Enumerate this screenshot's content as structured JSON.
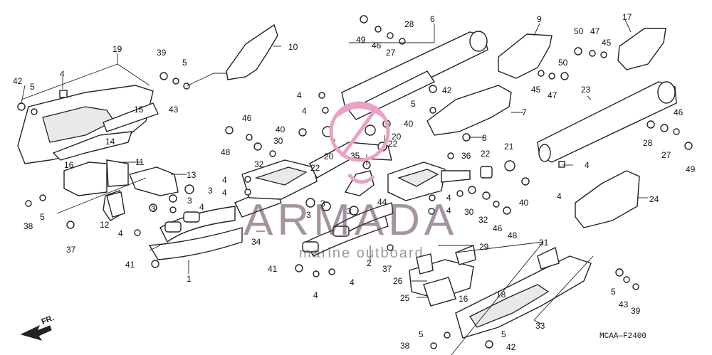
{
  "labels": [
    {
      "id": "42a",
      "text": "42"
    },
    {
      "id": "5a",
      "text": "5"
    },
    {
      "id": "4a",
      "text": "4"
    },
    {
      "id": "19",
      "text": "19"
    },
    {
      "id": "39a",
      "text": "39"
    },
    {
      "id": "5b",
      "text": "5"
    },
    {
      "id": "43a",
      "text": "43"
    },
    {
      "id": "10",
      "text": "10"
    },
    {
      "id": "15",
      "text": "15"
    },
    {
      "id": "14",
      "text": "14"
    },
    {
      "id": "16a",
      "text": "16"
    },
    {
      "id": "11",
      "text": "11"
    },
    {
      "id": "13",
      "text": "13"
    },
    {
      "id": "38a",
      "text": "38"
    },
    {
      "id": "5c",
      "text": "5"
    },
    {
      "id": "12",
      "text": "12"
    },
    {
      "id": "37a",
      "text": "37"
    },
    {
      "id": "41a",
      "text": "41"
    },
    {
      "id": "1",
      "text": "1"
    },
    {
      "id": "3a",
      "text": "3"
    },
    {
      "id": "3b",
      "text": "3"
    },
    {
      "id": "3c",
      "text": "3"
    },
    {
      "id": "4b",
      "text": "4"
    },
    {
      "id": "4c",
      "text": "4"
    },
    {
      "id": "4d",
      "text": "4"
    },
    {
      "id": "4e",
      "text": "4"
    },
    {
      "id": "48a",
      "text": "48"
    },
    {
      "id": "46a",
      "text": "46"
    },
    {
      "id": "40a",
      "text": "40"
    },
    {
      "id": "30a",
      "text": "30"
    },
    {
      "id": "32a",
      "text": "32"
    },
    {
      "id": "20a",
      "text": "20"
    },
    {
      "id": "22a",
      "text": "22"
    },
    {
      "id": "4f",
      "text": "4"
    },
    {
      "id": "4g",
      "text": "4"
    },
    {
      "id": "49a",
      "text": "49"
    },
    {
      "id": "46b",
      "text": "46"
    },
    {
      "id": "27a",
      "text": "27"
    },
    {
      "id": "28a",
      "text": "28"
    },
    {
      "id": "6",
      "text": "6"
    },
    {
      "id": "9",
      "text": "9"
    },
    {
      "id": "50a",
      "text": "50"
    },
    {
      "id": "47a",
      "text": "47"
    },
    {
      "id": "45a",
      "text": "45"
    },
    {
      "id": "17",
      "text": "17"
    },
    {
      "id": "50b",
      "text": "50"
    },
    {
      "id": "45b",
      "text": "45"
    },
    {
      "id": "47b",
      "text": "47"
    },
    {
      "id": "42b",
      "text": "42"
    },
    {
      "id": "5d",
      "text": "5"
    },
    {
      "id": "7",
      "text": "7"
    },
    {
      "id": "8",
      "text": "8"
    },
    {
      "id": "40b",
      "text": "40"
    },
    {
      "id": "20b",
      "text": "20"
    },
    {
      "id": "22b",
      "text": "22"
    },
    {
      "id": "35",
      "text": "35"
    },
    {
      "id": "36",
      "text": "36"
    },
    {
      "id": "22c",
      "text": "22"
    },
    {
      "id": "21",
      "text": "21"
    },
    {
      "id": "23",
      "text": "23"
    },
    {
      "id": "46c",
      "text": "46"
    },
    {
      "id": "28b",
      "text": "28"
    },
    {
      "id": "27b",
      "text": "27"
    },
    {
      "id": "49b",
      "text": "49"
    },
    {
      "id": "4h",
      "text": "4"
    },
    {
      "id": "4i",
      "text": "4"
    },
    {
      "id": "40c",
      "text": "40"
    },
    {
      "id": "30b",
      "text": "30"
    },
    {
      "id": "32b",
      "text": "32"
    },
    {
      "id": "46d",
      "text": "46"
    },
    {
      "id": "48b",
      "text": "48"
    },
    {
      "id": "24",
      "text": "24"
    },
    {
      "id": "3d",
      "text": "3"
    },
    {
      "id": "3e",
      "text": "3"
    },
    {
      "id": "3f",
      "text": "3"
    },
    {
      "id": "44",
      "text": "44"
    },
    {
      "id": "4j",
      "text": "4"
    },
    {
      "id": "4k",
      "text": "4"
    },
    {
      "id": "34",
      "text": "34"
    },
    {
      "id": "2",
      "text": "2"
    },
    {
      "id": "41b",
      "text": "41"
    },
    {
      "id": "4l",
      "text": "4"
    },
    {
      "id": "4m",
      "text": "4"
    },
    {
      "id": "37b",
      "text": "37"
    },
    {
      "id": "29",
      "text": "29"
    },
    {
      "id": "26",
      "text": "26"
    },
    {
      "id": "25",
      "text": "25"
    },
    {
      "id": "31",
      "text": "31"
    },
    {
      "id": "16b",
      "text": "16"
    },
    {
      "id": "18",
      "text": "18"
    },
    {
      "id": "33",
      "text": "33"
    },
    {
      "id": "5e",
      "text": "5"
    },
    {
      "id": "43b",
      "text": "43"
    },
    {
      "id": "39b",
      "text": "39"
    },
    {
      "id": "5f",
      "text": "5"
    },
    {
      "id": "5g",
      "text": "5"
    },
    {
      "id": "38b",
      "text": "38"
    },
    {
      "id": "42c",
      "text": "42"
    }
  ],
  "watermark": {
    "brand": "ARMADA",
    "tagline": "marine outboard"
  },
  "diagram_code": "MCAA—F2400",
  "direction_marker": "FR.",
  "colors": {
    "line": "#222222",
    "watermark": "#5a3c50",
    "logo": "#e8a3c4"
  }
}
